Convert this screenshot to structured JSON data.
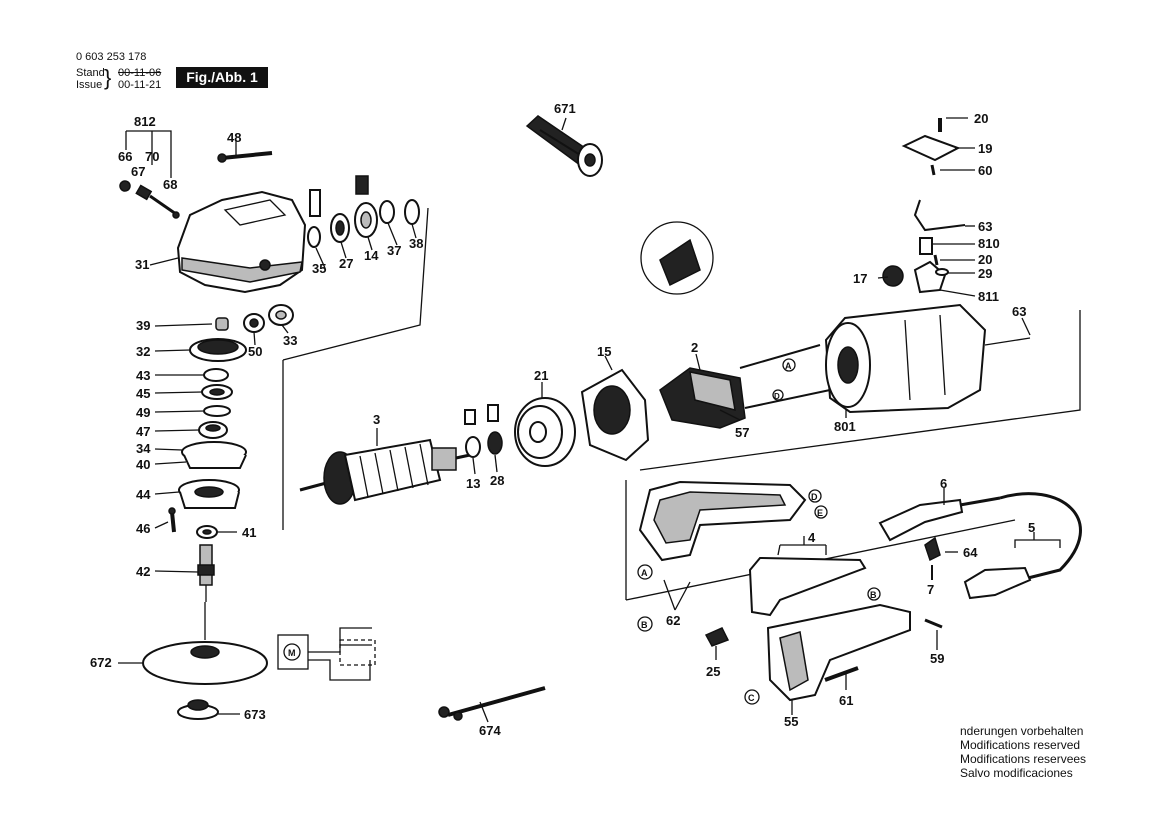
{
  "header": {
    "doc_number": "0 603 253 178",
    "stand_label": "Stand",
    "issue_label": "Issue",
    "stand_date": "00-11-06",
    "issue_date": "00-11-21",
    "figure_label": "Fig./Abb. 1"
  },
  "parts": {
    "p812": "812",
    "p66": "66",
    "p70": "70",
    "p67": "67",
    "p68": "68",
    "p48": "48",
    "p31": "31",
    "p35": "35",
    "p27": "27",
    "p14": "14",
    "p37": "37",
    "p38": "38",
    "p39": "39",
    "p50": "50",
    "p33": "33",
    "p32": "32",
    "p43": "43",
    "p45": "45",
    "p49": "49",
    "p47": "47",
    "p34": "34",
    "p40": "40",
    "p44": "44",
    "p46": "46",
    "p41": "41",
    "p42": "42",
    "p672": "672",
    "p673": "673",
    "p674": "674",
    "p671": "671",
    "p3": "3",
    "p13": "13",
    "p28": "28",
    "p21": "21",
    "p15": "15",
    "p2": "2",
    "p57": "57",
    "p801": "801",
    "p63a": "63",
    "p63b": "63",
    "p20a": "20",
    "p19": "19",
    "p60": "60",
    "p810": "810",
    "p20b": "20",
    "p17": "17",
    "p29": "29",
    "p811": "811",
    "p6": "6",
    "p4": "4",
    "p5": "5",
    "p64": "64",
    "p7": "7",
    "p62": "62",
    "p25": "25",
    "p59": "59",
    "p55": "55",
    "p61": "61"
  },
  "markers": {
    "a": "A",
    "b": "B",
    "c": "C",
    "d": "D",
    "e": "E"
  },
  "notes": [
    "nderungen vorbehalten",
    "Modifications reserved",
    "Modifications reservees",
    "Salvo modificaciones"
  ]
}
